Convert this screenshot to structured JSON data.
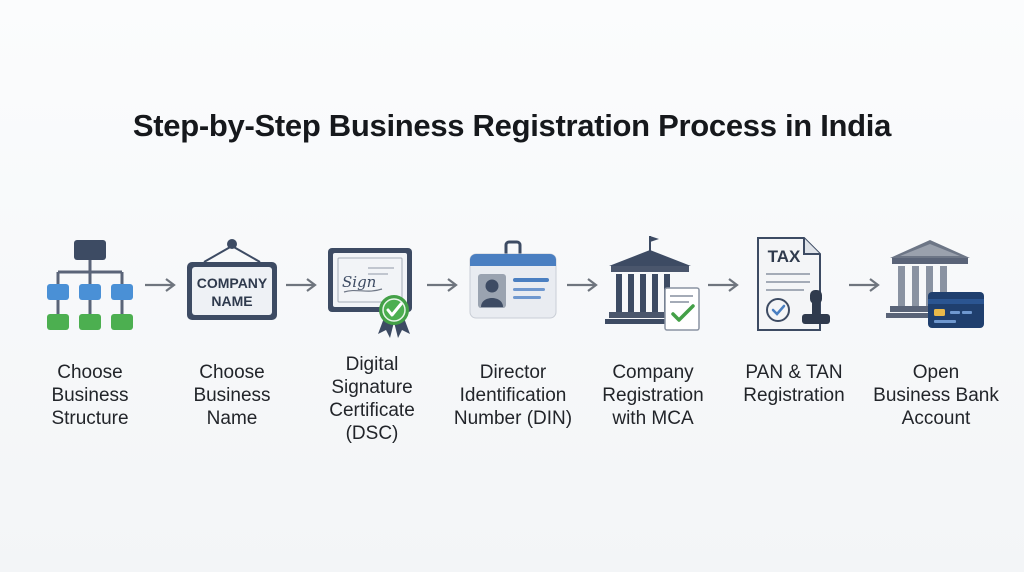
{
  "title": "Step-by-Step Business Registration Process in India",
  "colors": {
    "navy": "#3d4b63",
    "blue": "#4a90d6",
    "green": "#4caf50",
    "gray_fill": "#e9ecf1",
    "arrow": "#6f757e"
  },
  "steps": [
    {
      "icon": "org-structure-icon",
      "label_lines": [
        "Choose",
        "Business",
        "Structure"
      ]
    },
    {
      "icon": "company-name-sign-icon",
      "sign_text": [
        "COMPANY",
        "NAME"
      ],
      "label_lines": [
        "Choose",
        "Business",
        "Name"
      ]
    },
    {
      "icon": "digital-signature-certificate-icon",
      "sign_word": "Sign",
      "label_lines": [
        "Digital",
        "Signature",
        "Certificate",
        "(DSC)"
      ]
    },
    {
      "icon": "id-badge-icon",
      "label_lines": [
        "Director",
        "Identification",
        "Number (DIN)"
      ]
    },
    {
      "icon": "government-building-document-icon",
      "label_lines": [
        "Company",
        "Registration",
        "with MCA"
      ]
    },
    {
      "icon": "tax-document-stamp-icon",
      "doc_text": "TAX",
      "label_lines": [
        "PAN & TAN",
        "Registration"
      ]
    },
    {
      "icon": "bank-card-icon",
      "label_lines": [
        "Open",
        "Business Bank",
        "Account"
      ]
    }
  ]
}
